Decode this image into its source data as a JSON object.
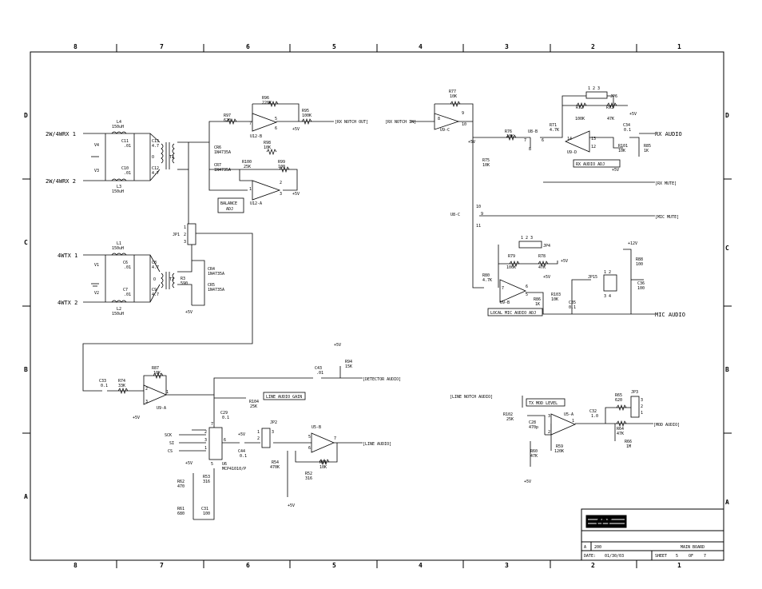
{
  "zones_top": [
    "8",
    "7",
    "6",
    "5",
    "4",
    "3",
    "2",
    "1"
  ],
  "zones_bottom": [
    "8",
    "7",
    "6",
    "5",
    "4",
    "3",
    "2",
    "1"
  ],
  "zones_left": [
    "D",
    "C",
    "B",
    "A"
  ],
  "zones_right": [
    "D",
    "C",
    "B",
    "A"
  ],
  "title_block": {
    "logo": "CPI",
    "rev": "A",
    "doc_no": "200",
    "title": "MAIN BOARD",
    "date_label": "DATE:",
    "date": "01/30/03",
    "sheet_label": "SHEET",
    "sheet_no": "5",
    "of_label": "OF",
    "sheet_total": "7"
  },
  "ports": {
    "wrx1": "2W/4WRX 1",
    "wrx2": "2W/4WRX 2",
    "wtx1": "4WTX 1",
    "wtx2": "4WTX 2",
    "rx_notch_out": "[RX NOTCH OUT]",
    "rx_notch_in": "[RX NOTCH IN]",
    "rx_audio": "RX AUDIO",
    "rx_mute": "[RX MUTE]",
    "mic_mute": "[MIC MUTE]",
    "mic_audio": "MIC AUDIO",
    "detector_audio": "[DETECTOR AUDIO]",
    "line_audio": "[LINE AUDIO]",
    "line_notch_audio": "[LINE NOTCH AUDIO]",
    "mod_audio": "[MOD AUDIO]"
  },
  "boxes": {
    "balance_adj_1": "BALANCE",
    "balance_adj_2": "ADJ",
    "rx_audio_adj": "RX AUDIO ADJ",
    "local_mic_audio_adj": "LOCAL MIC AUDIO ADJ",
    "line_audio_gain": "LINE AUDIO GAIN",
    "tx_mod_level": "TX MOD LEVEL"
  },
  "labels": {
    "l4": "L4",
    "l4v": "150uH",
    "l3": "L3",
    "l3v": "150uH",
    "l1": "L1",
    "l1v": "150uH",
    "l2": "L2",
    "l2v": "150uH",
    "v4": "V4",
    "v3": "V3",
    "v1": "V1",
    "v2": "V2",
    "c11": "C11",
    "c11v": ".01",
    "c10": "C10",
    "c10v": ".01",
    "c13": "C13",
    "c13v": "4.7",
    "c12": "C12",
    "c12v": "4.7",
    "c6": "C6",
    "c6v": ".01",
    "c7": "C7",
    "c7v": ".01",
    "c8": "C8",
    "c8v": "4.7",
    "c9": "C9",
    "c9v": "4.7",
    "t2": "T2",
    "t1": "T1",
    "o1": "O",
    "o2": "O",
    "cr6": "CR6",
    "cr6v": "1N4735A",
    "cr7": "CR7",
    "cr7v": "1N4735A",
    "cr4": "CR4",
    "cr4v": "1N4735A",
    "cr5": "CR5",
    "cr5v": "1N4735A",
    "r3": "R3",
    "r3v": "590",
    "r96": "R96",
    "r96v": "220K",
    "r97": "R97",
    "r97v": "620",
    "r95": "R95",
    "r95v": "100K",
    "r98": "R98",
    "r98v": "10K",
    "r100": "R100",
    "r100v": "25K",
    "r99": "R99",
    "r99v": "100",
    "u12b": "U12-B",
    "u12a": "U12-A",
    "p5v": "+5V",
    "p12v": "+12V",
    "jp1": "JP1",
    "jp1pins": "1 2 3",
    "r77": "R77",
    "r77v": "10K",
    "u9c": "U9-C",
    "r76": "R76",
    "r76v": "10K",
    "r75": "R75",
    "r75v": "10K",
    "u8b": "U8-B",
    "u8c": "U8-C",
    "r71": "R71",
    "r71v": "4.7K",
    "u9d": "U9-D",
    "r72": "R72",
    "r72v": "100K",
    "r73": "R73",
    "r73v": "47K",
    "jp6": "JP6",
    "jp6pins": "1 2 3",
    "c34": "C34",
    "c34v": "0.1",
    "r101": "R101",
    "r101v": "10K",
    "r85": "R85",
    "r85v": "1K",
    "jp4": "JP4",
    "jp4pins": "1 2 3",
    "r79": "R79",
    "r79v": "100K",
    "r78": "R78",
    "r78v": "47K",
    "r80": "R80",
    "r80v": "4.7K",
    "u9b": "U9-B",
    "r103": "R103",
    "r103v": "10K",
    "r86": "R86",
    "r86v": "1K",
    "c35": "C35",
    "c35v": "0.1",
    "jp15": "JP15",
    "jp15pins": "1 2",
    "jp15pins2": "3 4",
    "r88": "R88",
    "r88v": "100",
    "c36": "C36",
    "c36v": "100",
    "r87": "R87",
    "r87v": "10K",
    "c33": "C33",
    "c33v": "0.1",
    "r74": "R74",
    "r74v": "33K",
    "u9a": "U9-A",
    "c43": "C43",
    "c43v": ".01",
    "r94": "R94",
    "r94v": "15K",
    "r104": "R104",
    "r104v": "25K",
    "c29": "C29",
    "c29v": "0.1",
    "jp2": "JP2",
    "c44": "C44",
    "c44v": "0.1",
    "u6": "U6",
    "u6v": "MCP41010/P",
    "sck": "SCK",
    "si": "SI",
    "cs": "CS",
    "u5b": "U5-B",
    "r54": "R54",
    "r54v": "470K",
    "r51": "R51",
    "r51v": "10K",
    "r52": "R52",
    "r52v": "316",
    "r62": "R62",
    "r62v": "470",
    "r53": "R53",
    "r53v": "316",
    "r61": "R61",
    "r61v": "680",
    "c31": "C31",
    "c31v": "100",
    "r102": "R102",
    "r102v": "25K",
    "c28": "C28",
    "c28v": "470p",
    "u5a": "U5-A",
    "r59": "R59",
    "r59v": "120K",
    "r60": "R60",
    "r60v": "47K",
    "c32": "C32",
    "c32v": "1.0",
    "r65": "R65",
    "r65v": "620",
    "r64": "R64",
    "r64v": "47K",
    "r66": "R66",
    "r66v": "1M",
    "jp3": "JP3",
    "n1": "1",
    "n2": "2",
    "n3": "3",
    "n5": "5",
    "n6": "6",
    "n7": "7",
    "n8": "8",
    "n9": "9",
    "n10": "10",
    "n11": "11",
    "n12": "12",
    "n13": "13",
    "n14": "14"
  }
}
